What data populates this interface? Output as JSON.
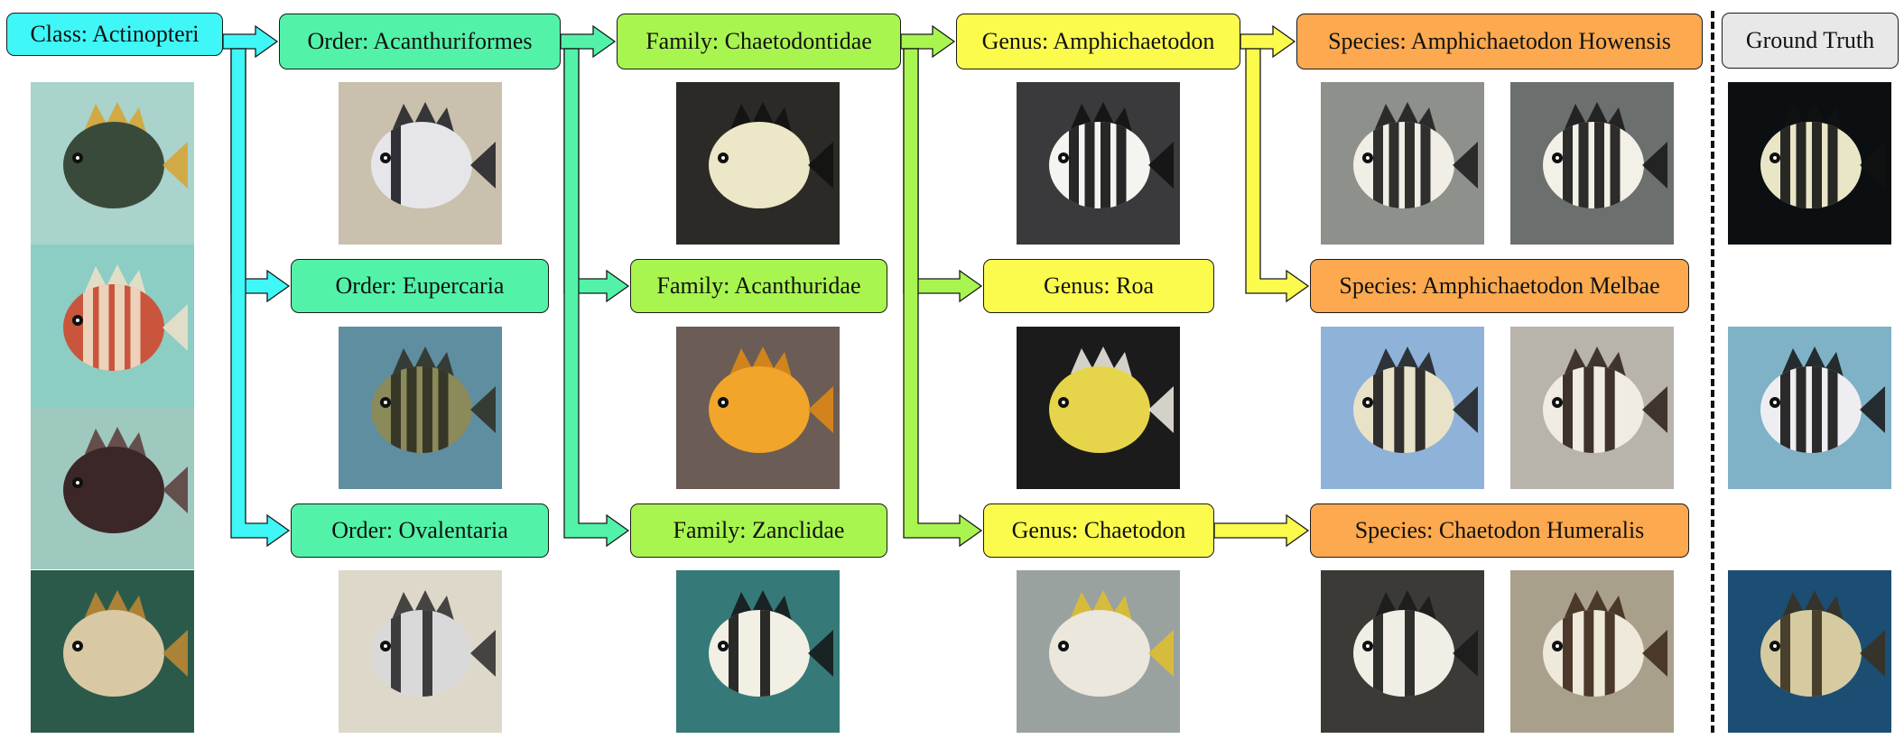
{
  "colors": {
    "class": "#3ff7f7",
    "order": "#52f3a8",
    "family": "#a8f550",
    "genus": "#fbfb4e",
    "species": "#fca94f",
    "truth": "#e8e8e8",
    "separator": "#111111"
  },
  "class_label": "Class: Actinopteri",
  "orders": [
    "Order: Acanthuriformes",
    "Order: Eupercaria",
    "Order: Ovalentaria"
  ],
  "families": [
    "Family: Chaetodontidae",
    "Family: Acanthuridae",
    "Family: Zanclidae"
  ],
  "genera": [
    "Genus: Amphichaetodon",
    "Genus: Roa",
    "Genus: Chaetodon"
  ],
  "species": [
    "Species: Amphichaetodon Howensis",
    "Species: Amphichaetodon Melbae",
    "Species: Chaetodon Humeralis"
  ],
  "ground_truth_label": "Ground Truth",
  "images": {
    "class": [
      {
        "name": "damselfish-photo",
        "bg": "#a9d3cb",
        "body": "#3a4a3a",
        "accent": "#d8a22e",
        "stripes": 0
      },
      {
        "name": "striped-squirrelfish-photo",
        "bg": "#8ccdc4",
        "body": "#c9553d",
        "accent": "#f0e0c8",
        "stripes": 4
      },
      {
        "name": "dark-damselfish-photo",
        "bg": "#9fc8bf",
        "body": "#3b2628",
        "accent": "#5a3a38",
        "stripes": 0
      },
      {
        "name": "golden-perch-photo",
        "bg": "#2b5a4a",
        "body": "#d8c9a4",
        "accent": "#c28a32",
        "stripes": 0
      }
    ],
    "order": [
      {
        "name": "black-white-angelfish-photo",
        "bg": "#c9c0ad",
        "body": "#e6e6ea",
        "accent": "#1c1c22",
        "stripes": 1
      },
      {
        "name": "wrasse-photo",
        "bg": "#5f8ea0",
        "body": "#8a8a5a",
        "accent": "#2e2e22",
        "stripes": 4
      },
      {
        "name": "humbug-damselfish-photo",
        "bg": "#ded8ca",
        "body": "#d9d9d9",
        "accent": "#2a2a2a",
        "stripes": 2
      }
    ],
    "family": [
      {
        "name": "spotted-butterflyfish-photo",
        "bg": "#2c2a26",
        "body": "#ece7c7",
        "accent": "#111111",
        "stripes": 0
      },
      {
        "name": "yellow-tang-photo",
        "bg": "#6b5c55",
        "body": "#f1a52a",
        "accent": "#e38b12",
        "stripes": 0
      },
      {
        "name": "moorish-idol-photo",
        "bg": "#357a78",
        "body": "#f2efe4",
        "accent": "#141414",
        "stripes": 2
      }
    ],
    "genus": [
      {
        "name": "barred-butterflyfish-photo",
        "bg": "#3a3a3c",
        "body": "#f4f4f0",
        "accent": "#111111",
        "stripes": 4
      },
      {
        "name": "roa-butterflyfish-photo",
        "bg": "#1b1b1b",
        "body": "#e6d44a",
        "accent": "#f4f1e6",
        "stripes": 0
      },
      {
        "name": "chaetodon-butterflyfish-photo",
        "bg": "#9aa2a0",
        "body": "#ebe7dc",
        "accent": "#e2bf2c",
        "stripes": 0
      }
    ],
    "species": [
      {
        "name": "howensis-sample-1",
        "bg": "#8d908b",
        "body": "#f1eee6",
        "accent": "#1a1a1a",
        "stripes": 4
      },
      {
        "name": "howensis-sample-2",
        "bg": "#6b6f6e",
        "body": "#f3f0e7",
        "accent": "#161616",
        "stripes": 4
      },
      {
        "name": "melbae-sample-1",
        "bg": "#8fb2d8",
        "body": "#e8e2c8",
        "accent": "#1c1c1c",
        "stripes": 3
      },
      {
        "name": "melbae-sample-2",
        "bg": "#b9b4ab",
        "body": "#f0ece2",
        "accent": "#2a1e16",
        "stripes": 3
      },
      {
        "name": "humeralis-sample-1",
        "bg": "#3b3a36",
        "body": "#f1eee6",
        "accent": "#1a1a1a",
        "stripes": 2
      },
      {
        "name": "humeralis-sample-2",
        "bg": "#a9a08c",
        "body": "#efe9dc",
        "accent": "#3a2618",
        "stripes": 3
      }
    ],
    "truth": [
      {
        "name": "ground-truth-howensis-photo",
        "bg": "#0b0f12",
        "body": "#e8e6c6",
        "accent": "#121212",
        "stripes": 4
      },
      {
        "name": "ground-truth-melbae-photo",
        "bg": "#7fb2c6",
        "body": "#eeeef2",
        "accent": "#141414",
        "stripes": 4
      },
      {
        "name": "ground-truth-humeralis-photo",
        "bg": "#1c4e74",
        "body": "#d6cba0",
        "accent": "#3a3020",
        "stripes": 2
      }
    ]
  }
}
